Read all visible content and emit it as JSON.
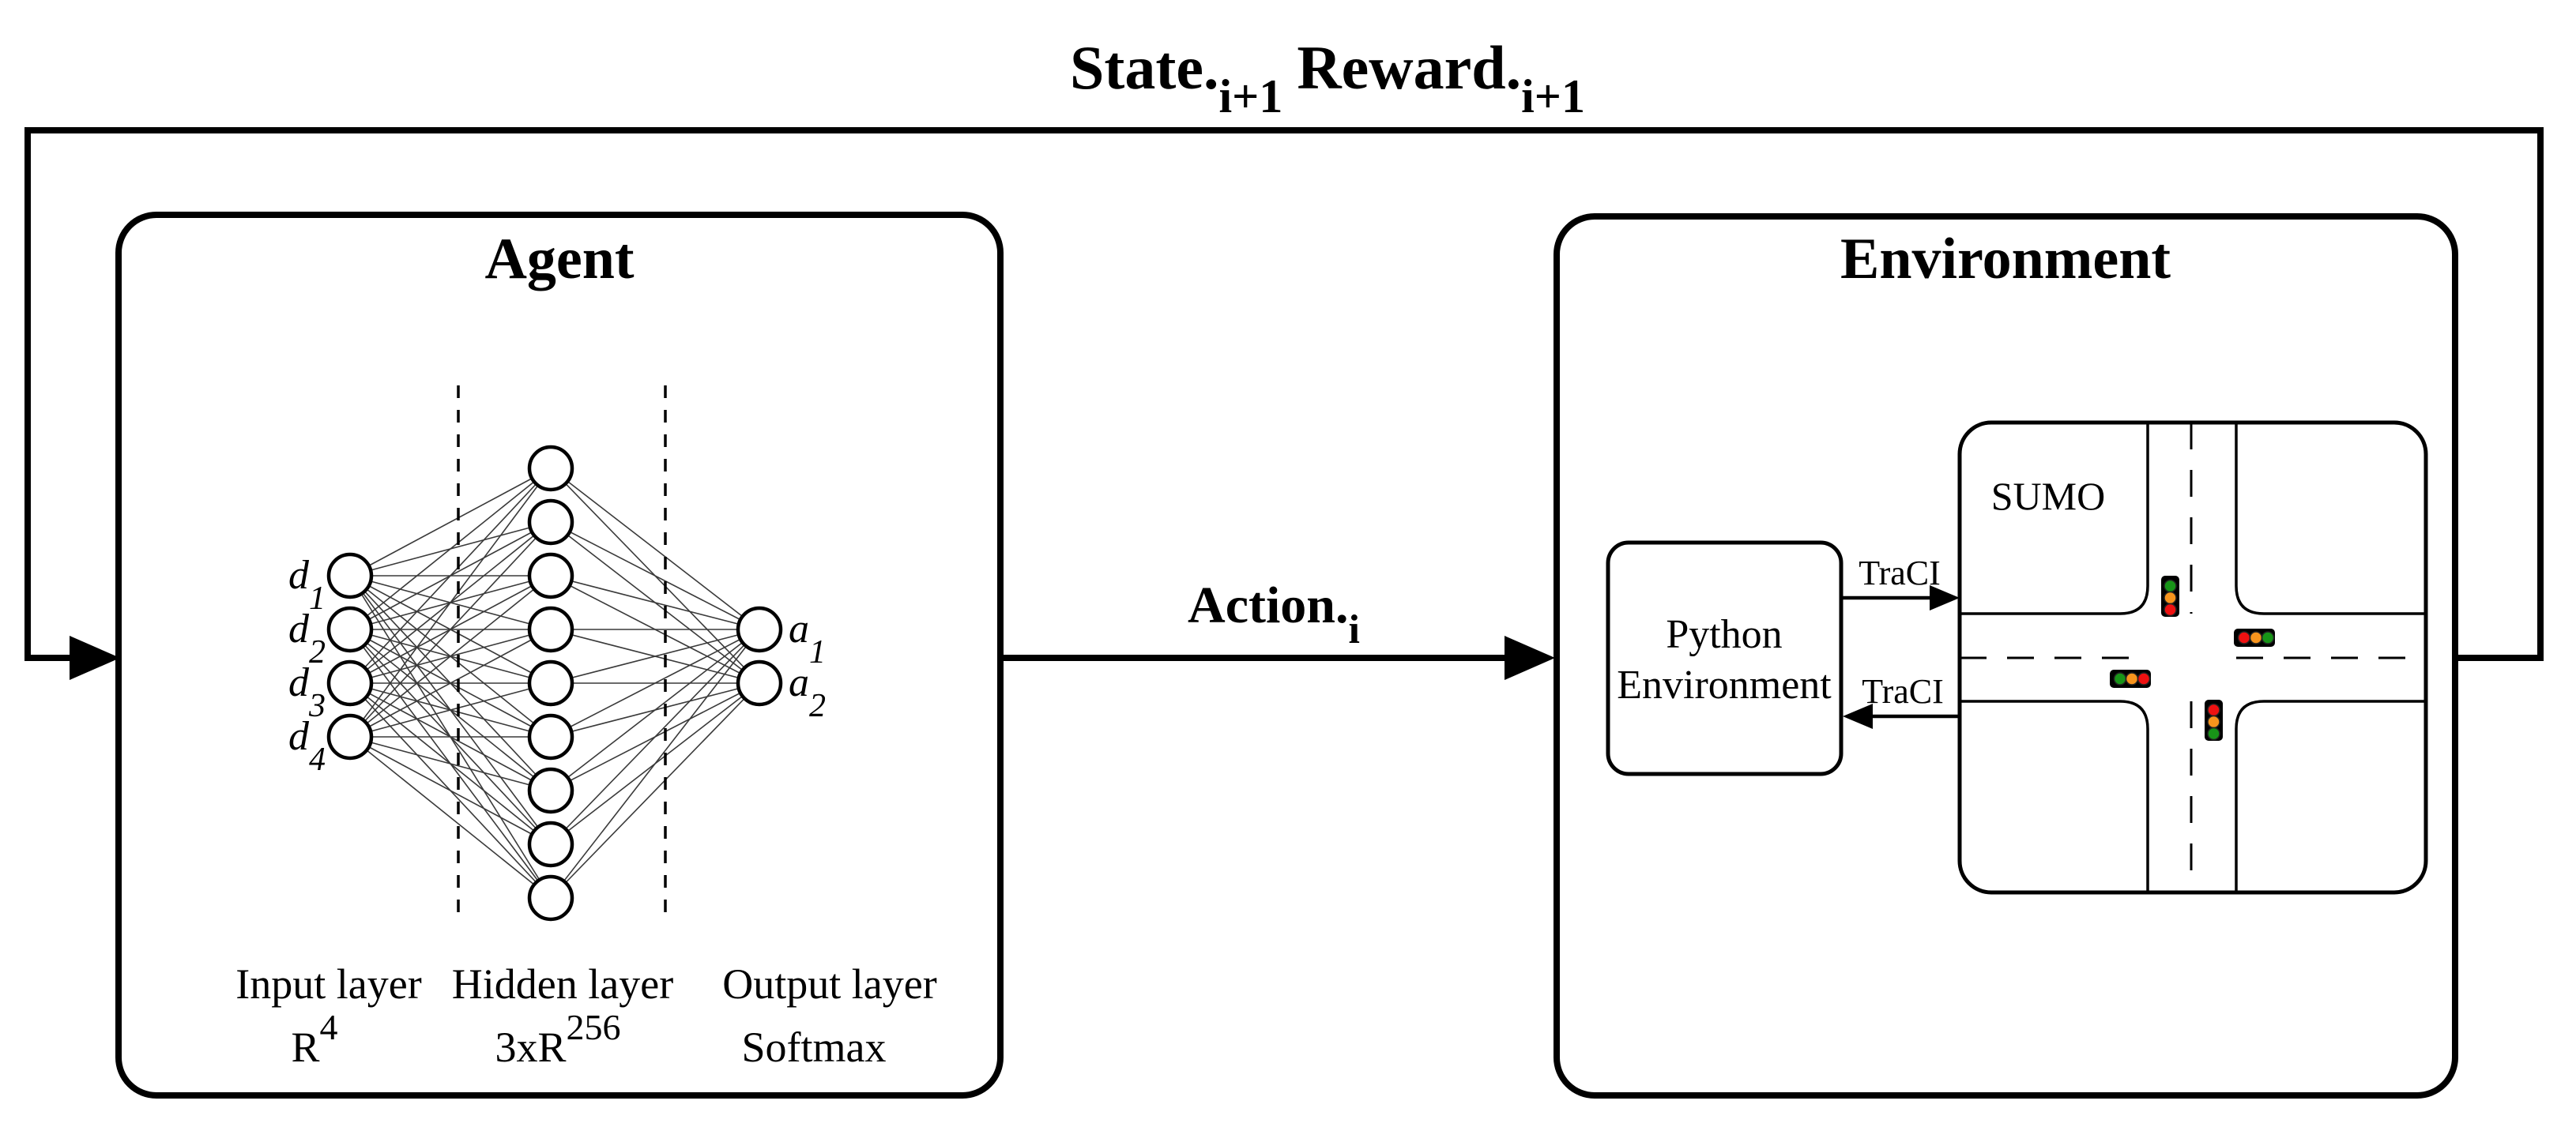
{
  "feedback_loop": {
    "state_base": "State.",
    "state_sub": "i+1",
    "reward_base": "Reward.",
    "reward_sub": "i+1"
  },
  "agent": {
    "title": "Agent",
    "network": {
      "input_count": 4,
      "hidden_count": 9,
      "output_count": 2,
      "input_labels": [
        {
          "base": "d",
          "sub": "1"
        },
        {
          "base": "d",
          "sub": "2"
        },
        {
          "base": "d",
          "sub": "3"
        },
        {
          "base": "d",
          "sub": "4"
        }
      ],
      "output_labels": [
        {
          "base": "a",
          "sub": "1"
        },
        {
          "base": "a",
          "sub": "2"
        }
      ],
      "layer_captions": [
        {
          "name": "Input layer",
          "dim_base": "R",
          "dim_sup": "4"
        },
        {
          "name": "Hidden layer",
          "dim_base": "3xR",
          "dim_sup": "256"
        },
        {
          "name": "Output layer",
          "dim_base": "Softmax",
          "dim_sup": ""
        }
      ]
    }
  },
  "action_arrow": {
    "base": "Action.",
    "sub": "i"
  },
  "environment": {
    "title": "Environment",
    "python_box": {
      "line1": "Python",
      "line2": "Environment"
    },
    "traci_to_sumo_label": "TraCI",
    "traci_to_python_label": "TraCI",
    "sumo": {
      "title": "SUMO",
      "traffic_lights": [
        {
          "id": "north-light",
          "orientation": "vertical",
          "lamps_top_to_bottom": [
            "green",
            "orange",
            "red"
          ]
        },
        {
          "id": "east-light",
          "orientation": "horizontal",
          "lamps_left_to_right": [
            "red",
            "orange",
            "green"
          ]
        },
        {
          "id": "west-light",
          "orientation": "horizontal",
          "lamps_left_to_right": [
            "green",
            "orange",
            "red"
          ]
        },
        {
          "id": "south-light",
          "orientation": "vertical",
          "lamps_top_to_bottom": [
            "red",
            "orange",
            "green"
          ]
        }
      ]
    }
  },
  "colors": {
    "green": "#189418",
    "orange": "#f7941d",
    "red": "#ee1111",
    "line": "#000000"
  }
}
